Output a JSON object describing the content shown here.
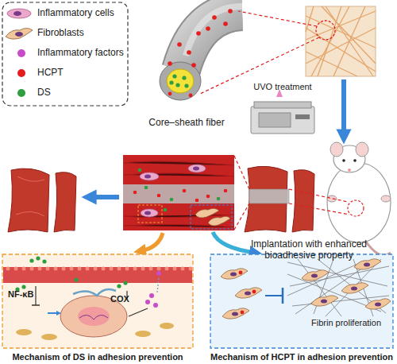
{
  "diagram": {
    "nodes": [
      {
        "text": [
          "Core–sheath fiber"
        ]
      },
      {
        "text": [
          "UVO treatment"
        ]
      },
      {
        "text": [
          "Implantation with enhanced bioadhesive property"
        ]
      },
      {
        "text": [
          "Mechanism of DS in adhesion prevention"
        ]
      },
      {
        "text": [
          "Mechanism of HCPT in adhesion prevention"
        ]
      }
    ],
    "labels": [
      "NF-κB",
      "COX",
      "Fibrin proliferation"
    ],
    "legend": [
      {
        "text": "Inflammatory cells"
      },
      {
        "text": "Fibroblasts"
      },
      {
        "text": "Inflammatory factors",
        "color": "#c84cc8"
      },
      {
        "text": "HCPT",
        "color": "#e41e1e"
      },
      {
        "text": "DS",
        "color": "#2e9e3e"
      }
    ]
  }
}
